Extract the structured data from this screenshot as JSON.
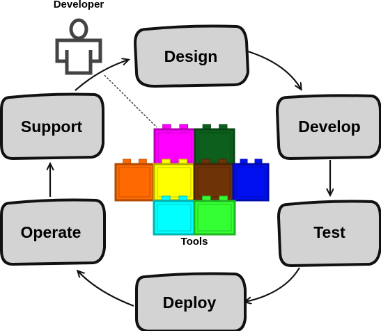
{
  "developer_label": "Developer",
  "tools_label": "Tools",
  "stages": [
    {
      "id": "design",
      "label": "Design"
    },
    {
      "id": "develop",
      "label": "Develop"
    },
    {
      "id": "test",
      "label": "Test"
    },
    {
      "id": "deploy",
      "label": "Deploy"
    },
    {
      "id": "operate",
      "label": "Operate"
    },
    {
      "id": "support",
      "label": "Support"
    }
  ],
  "cycle_order": [
    "design",
    "develop",
    "test",
    "deploy",
    "operate",
    "support",
    "design"
  ],
  "colors": {
    "stage_fill": "#d3d3d3",
    "stage_border": "#111111",
    "arrow": "#111111",
    "text": "#000000",
    "tools_label": "#000000",
    "developer_icon": "#444444"
  },
  "tool_blocks": [
    {
      "id": "magenta",
      "color": "#ff00ff"
    },
    {
      "id": "dark-green",
      "color": "#0c5f1c"
    },
    {
      "id": "orange",
      "color": "#ff6a00"
    },
    {
      "id": "yellow",
      "color": "#ffff00"
    },
    {
      "id": "brown",
      "color": "#6e3306"
    },
    {
      "id": "blue",
      "color": "#0010f0"
    },
    {
      "id": "cyan",
      "color": "#00ffff"
    },
    {
      "id": "green",
      "color": "#33ff33"
    }
  ]
}
